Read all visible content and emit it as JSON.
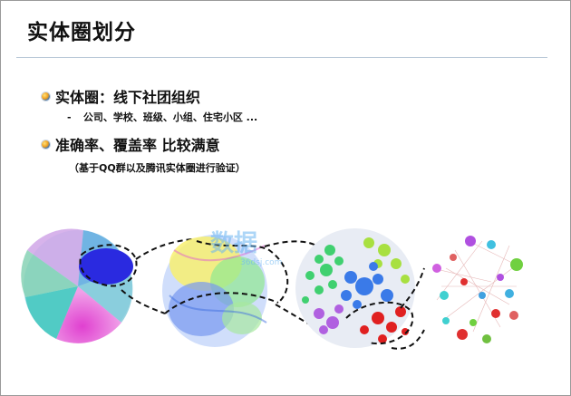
{
  "slide": {
    "title": "实体圈划分",
    "bullets": [
      {
        "text": "实体圈：线下社团组织",
        "sub": [
          "公司、学校、班级、小组、住宅小区 ..."
        ]
      },
      {
        "text": "准确率、覆盖率 比较满意",
        "note": "（基于QQ群以及腾讯实体圈进行验证）"
      }
    ],
    "watermark": "数据",
    "watermark_small": "36dsj.com"
  },
  "colors": {
    "text": "#111111",
    "rule": "#b7c6d6",
    "cluster_blue": "#2a2ae0",
    "cluster_red": "#e02020",
    "cluster_green": "#40d070"
  },
  "icons": {
    "bullet": "bullet-orb-icon"
  }
}
